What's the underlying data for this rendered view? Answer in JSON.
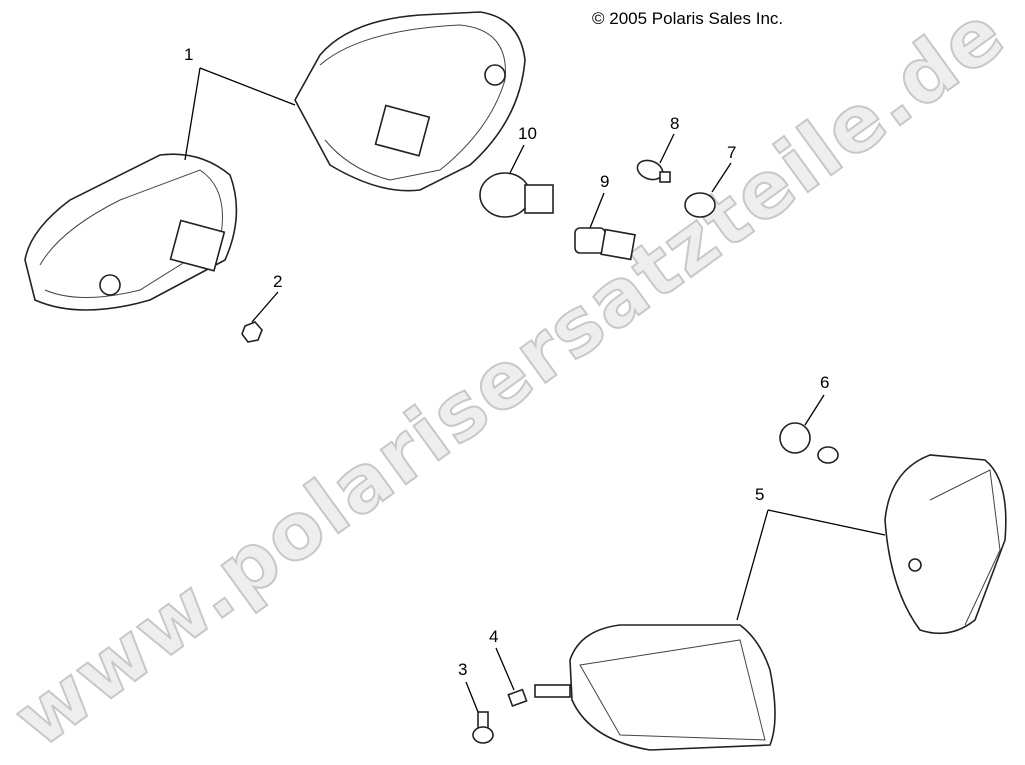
{
  "copyright": "© 2005 Polaris Sales Inc.",
  "watermark": "www.polarisersatzteile.de",
  "callouts": [
    {
      "label": "1",
      "part": "tail-light-housing"
    },
    {
      "label": "2",
      "part": "nut"
    },
    {
      "label": "3",
      "part": "screw"
    },
    {
      "label": "4",
      "part": "clip"
    },
    {
      "label": "5",
      "part": "headlight-assembly"
    },
    {
      "label": "6",
      "part": "headlight-bulb"
    },
    {
      "label": "7",
      "part": "bulb-socket"
    },
    {
      "label": "8",
      "part": "wedge-bulb"
    },
    {
      "label": "9",
      "part": "tail-bulb-socket"
    },
    {
      "label": "10",
      "part": "tail-bulb"
    }
  ]
}
